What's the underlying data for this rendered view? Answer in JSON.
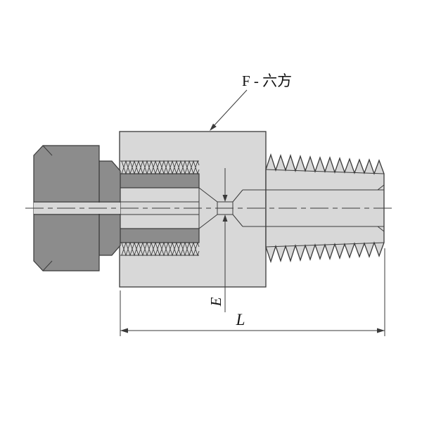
{
  "drawing": {
    "callout_hex": "F - 六方",
    "dim_orifice": "E",
    "dim_length": "L"
  },
  "colors": {
    "bg": "#ffffff",
    "bodyFill": "#d8d8d8",
    "nutFill": "#8c8c8c",
    "line": "#3a3a3a",
    "text": "#111111"
  }
}
